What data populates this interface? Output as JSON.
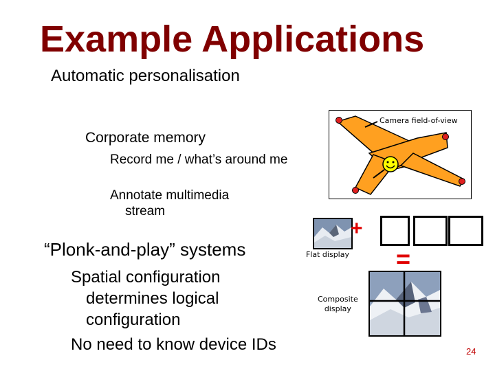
{
  "slide": {
    "title": "Example Applications",
    "bullet_1": "Automatic personalisation",
    "bullet_2": "Corporate memory",
    "sub_2a": "Record me / what’s around me",
    "sub_2b": "Annotate multimedia stream",
    "bullet_3": "“Plonk-and-play” systems",
    "sub_3a": "Spatial configuration determines logical configuration",
    "sub_3b": "No need to know device IDs",
    "page_number": "24"
  },
  "figure": {
    "camera_label": "Camera field-of-view",
    "flat_display_label": "Flat display",
    "composite_label_line1": "Composite",
    "composite_label_line2": "display",
    "plus_symbol": "+",
    "equals_symbol": "=",
    "smiley_icon": "smiley-face-icon",
    "colors": {
      "title": "#800000",
      "camera_beam": "#ffa020",
      "camera_dot": "#e02020",
      "symbols": "#e00000"
    }
  }
}
